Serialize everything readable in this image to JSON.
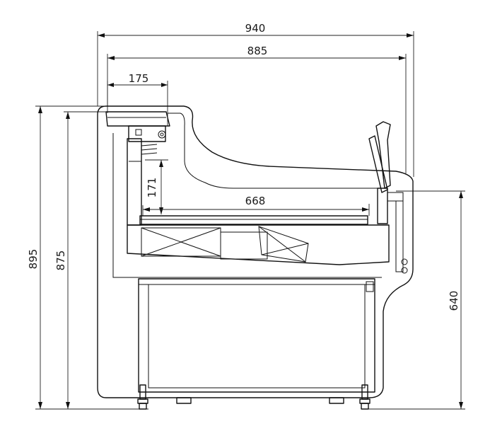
{
  "dimensions": {
    "overall_depth": "940",
    "body_depth": "885",
    "top_shelf_depth": "175",
    "overall_height": "895",
    "body_height": "875",
    "inner_clearance": "171",
    "well_depth": "668",
    "counter_height": "640"
  }
}
